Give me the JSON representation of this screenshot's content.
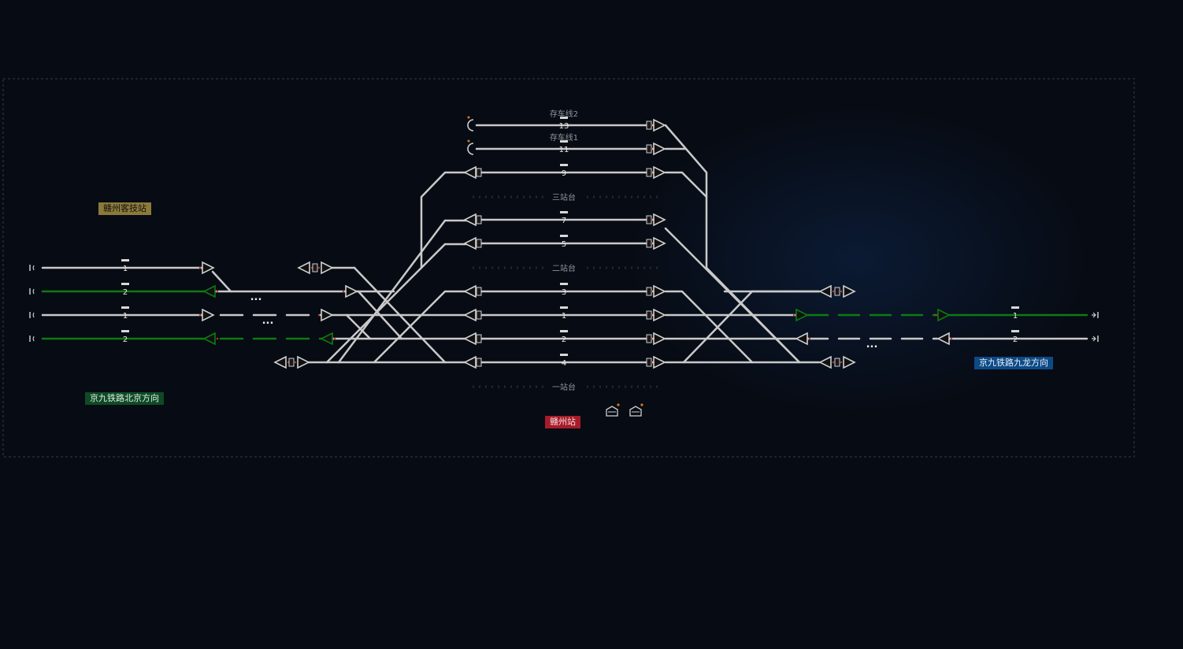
{
  "station_labels": {
    "depot": "赣州客技站",
    "north": "京九铁路北京方向",
    "south": "京九铁路九龙方向",
    "main": "赣州站"
  },
  "colors": {
    "background": "#070b13",
    "track": "#c9c9c9",
    "route_set": "#0e7a12",
    "signal_red_dot": "#c0392b",
    "depot_badge": "#8c7a3a",
    "north_badge": "#0f4a26",
    "south_badge": "#0d4a86",
    "station_badge": "#a61c2a"
  },
  "station_tracks": [
    {
      "id": "t13",
      "number": "13",
      "name": "存车线2"
    },
    {
      "id": "t11",
      "number": "11",
      "name": "存车线1"
    },
    {
      "id": "t9",
      "number": "9"
    },
    {
      "id": "t7",
      "number": "7"
    },
    {
      "id": "t5",
      "number": "5"
    },
    {
      "id": "t3",
      "number": "3"
    },
    {
      "id": "t1",
      "number": "1"
    },
    {
      "id": "t2",
      "number": "2"
    },
    {
      "id": "t4",
      "number": "4"
    }
  ],
  "platforms": [
    "三站台",
    "二站台",
    "一站台"
  ],
  "west_lines": [
    {
      "id": "w1",
      "number": "1",
      "route_set": false
    },
    {
      "id": "w2",
      "number": "2",
      "route_set": true
    },
    {
      "id": "w3",
      "number": "1",
      "route_set": false
    },
    {
      "id": "w4",
      "number": "2",
      "route_set": true
    }
  ],
  "east_lines": [
    {
      "id": "e1",
      "number": "1",
      "route_set": true
    },
    {
      "id": "e2",
      "number": "2",
      "route_set": false
    }
  ],
  "ellipsis": "...",
  "icons": [
    "depot-building-icon",
    "shunting-yard-icon",
    "signal-icon",
    "bumper-stop-icon",
    "line-end-arrow-icon"
  ]
}
